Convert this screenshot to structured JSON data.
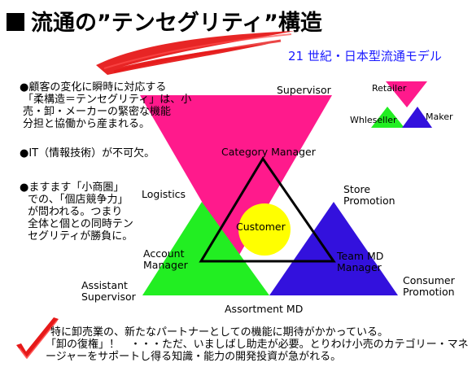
{
  "header": {
    "title": "流通の”テンセグリティ”構造",
    "subtitle": "21 世紀・日本型流通モデル"
  },
  "bullets": [
    {
      "lines": [
        "●顧客の変化に瞬時に対応する",
        "「柔構造＝テンセグリティ」は、小",
        "売・卸・メーカーの緊密な機能",
        "分担と協働から産まれる。"
      ]
    },
    {
      "lines": [
        "●IT（情報技術）が不可欠。"
      ]
    },
    {
      "lines": [
        "●ますます「小商圏」",
        "での、「個店競争力」",
        "が問われる。つまり",
        "全体と個との同時テン",
        "セグリティが勝負に。"
      ]
    }
  ],
  "legend": {
    "retailer": "Retailer",
    "wholesaler": "Whleseller",
    "maker": "Maker"
  },
  "diagram": {
    "supervisor": "Supervisor",
    "category_manager": "Category Manager",
    "store_promotion": [
      "Store",
      "Promotion"
    ],
    "logistics": "Logistics",
    "customer": "Customer",
    "account_manager": [
      "Account",
      "Manager"
    ],
    "team_md_manager": [
      "Team MD",
      "Manager"
    ],
    "assistant_supervisor": [
      "Assistant",
      "Supervisor"
    ],
    "consumer_promotion": [
      "Consumer",
      "Promotion"
    ],
    "assortment_md": "Assortment MD",
    "colors": {
      "retailer": "#ff1a8c",
      "wholesaler": "#22ee22",
      "maker": "#3311dd",
      "customer": "#ffff00",
      "title_swoosh": "#e61919"
    }
  },
  "note": {
    "lines": [
      "特に卸売業の、新たなパートナーとしての機能に期待がかかっている。",
      "「卸の復権」！　・・・ただ、いましばし助走が必要。とりわけ小売のカテゴリー・マネ",
      "ージャーをサポートし得る知識・能力の開発投資が急がれる。"
    ]
  }
}
